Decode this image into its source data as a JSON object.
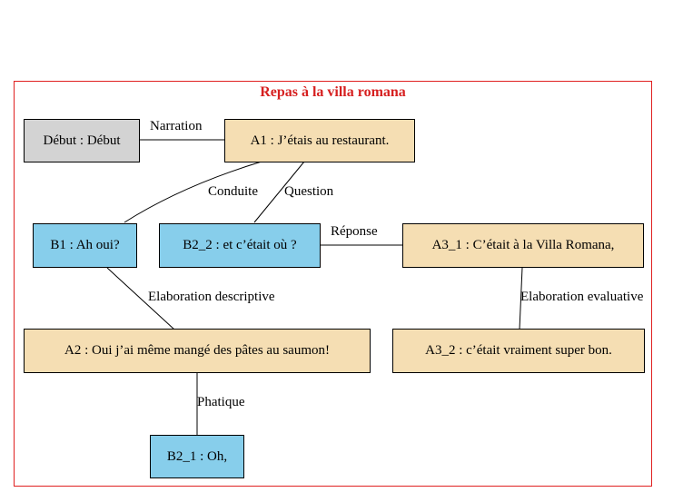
{
  "title": "Repas à la villa romana",
  "colors": {
    "frame": "#e02020",
    "title": "#d62020",
    "narr": "#f5deb3",
    "resp": "#87ceeb",
    "start": "#d3d3d3"
  },
  "nodes": {
    "debut": "Début : Début",
    "a1": "A1 : J’étais au restaurant.",
    "b1": "B1 : Ah oui?",
    "b2_2": "B2_2 : et c’était où ?",
    "a3_1": "A3_1 : C’était à la Villa Romana,",
    "a2": "A2 : Oui j’ai même mangé des pâtes au saumon!",
    "a3_2": "A3_2 : c’était vraiment super bon.",
    "b2_1": "B2_1 : Oh,"
  },
  "relations": {
    "narration": "Narration",
    "conduite": "Conduite",
    "question": "Question",
    "reponse": "Réponse",
    "elab_desc": "Elaboration descriptive",
    "elab_eval": "Elaboration evaluative",
    "phatique": "Phatique"
  }
}
